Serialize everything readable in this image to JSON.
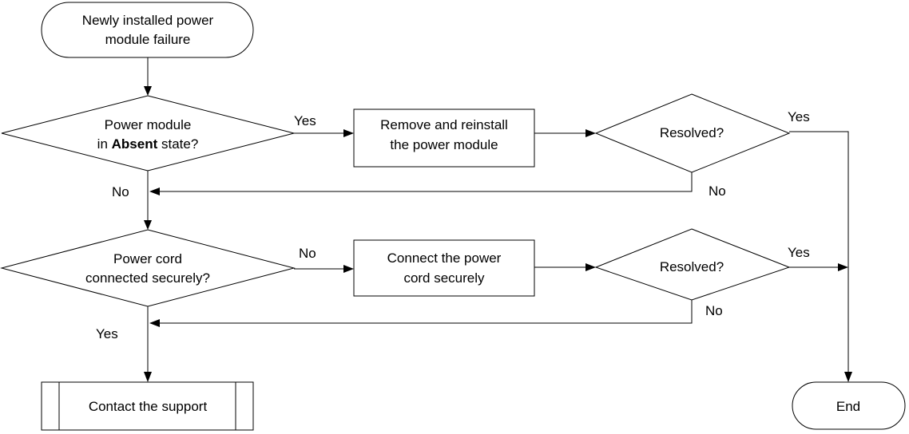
{
  "start": {
    "line1": "Newly installed power",
    "line2": "module failure"
  },
  "decision_absent": {
    "line1": "Power module",
    "line2_prefix": "in ",
    "line2_bold": "Absent",
    "line2_suffix": " state?"
  },
  "action_reinstall": {
    "line1": "Remove and reinstall",
    "line2": "the power module"
  },
  "decision_resolved_1": {
    "label": "Resolved?"
  },
  "decision_cord": {
    "line1": "Power cord",
    "line2": "connected securely?"
  },
  "action_connect": {
    "line1": "Connect the power",
    "line2": "cord securely"
  },
  "decision_resolved_2": {
    "label": "Resolved?"
  },
  "contact": {
    "label": "Contact the support"
  },
  "end": {
    "label": "End"
  },
  "edge_labels": {
    "absent_yes": "Yes",
    "absent_no": "No",
    "resolved1_yes": "Yes",
    "resolved1_no": "No",
    "cord_no": "No",
    "cord_yes": "Yes",
    "resolved2_yes": "Yes",
    "resolved2_no": "No"
  }
}
